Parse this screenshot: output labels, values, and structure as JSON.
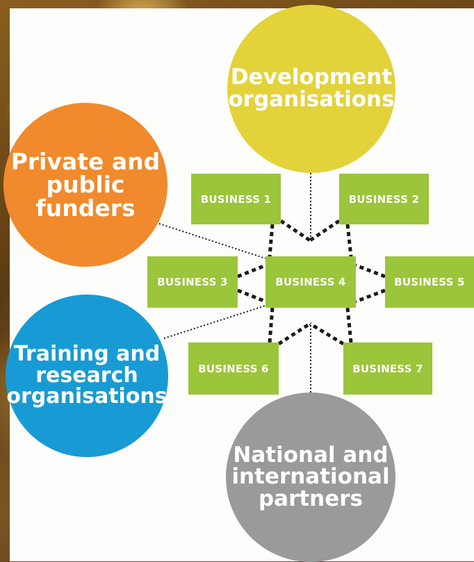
{
  "stakeholders": {
    "development": "Development\norganisations",
    "funders": "Private and\npublic\nfunders",
    "training": "Training and\nresearch\norganisations",
    "partners": "National and\ninternational\npartners"
  },
  "businesses": {
    "b1": "BUSINESS 1",
    "b2": "BUSINESS 2",
    "b3": "BUSINESS 3",
    "b4": "BUSINESS 4",
    "b5": "BUSINESS 5",
    "b6": "BUSINESS 6",
    "b7": "BUSINESS 7"
  },
  "colors": {
    "development": "#e3d23a",
    "funders": "#f08a2c",
    "training": "#189bd4",
    "partners": "#9a9a9a",
    "business": "#9bc53a",
    "connector": "#1a1a1a"
  }
}
